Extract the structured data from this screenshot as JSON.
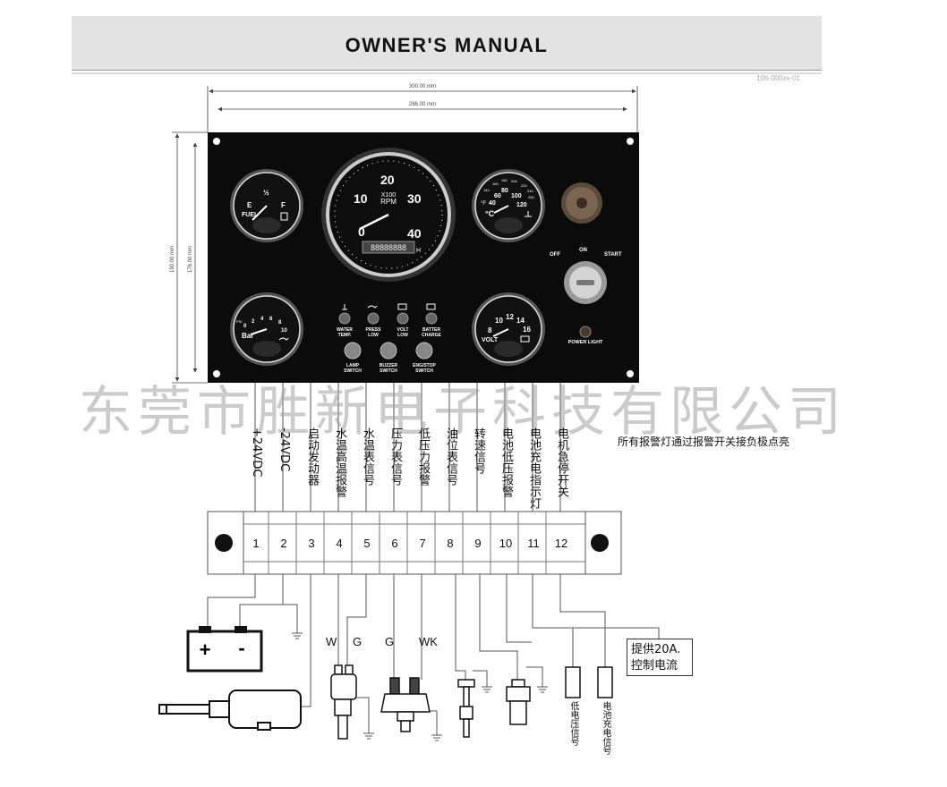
{
  "header": {
    "title": "OWNER'S  MANUAL",
    "code": "106-000xx-01"
  },
  "dimensions": {
    "width_outer": "300.00 mm",
    "width_inner": "286.00 mm",
    "height_outer": "190.00 mm",
    "height_inner": "176.00 mm"
  },
  "panel": {
    "fuel": {
      "e": "E",
      "half": "½",
      "f": "F",
      "label": "FUEL"
    },
    "rpm": {
      "t0": "0",
      "t10": "10",
      "t20": "20",
      "t30": "30",
      "t40": "40",
      "mult": "X100",
      "unit": "RPM",
      "counter": "88888888",
      "h": "H"
    },
    "temp": {
      "t40": "40",
      "t60": "60",
      "t80": "80",
      "t100": "100",
      "t120": "120",
      "t140": "140",
      "t160": "160",
      "t180": "180",
      "t200": "200",
      "t220": "220",
      "t240": "240",
      "t250": "250",
      "f": "°F",
      "c": "°C"
    },
    "oil": {
      "label": "Bar",
      "t0": "0",
      "t2": "2",
      "t4": "4",
      "t6": "6",
      "t8": "8",
      "t10": "10",
      "psi": "PSI"
    },
    "volt": {
      "t8": "8",
      "t10": "10",
      "t12": "12",
      "t14": "14",
      "t16": "16",
      "label": "VOLT"
    },
    "lamps": [
      "WATER TEMP.",
      "PRESS LOW",
      "VOLT LOW",
      "BATTER CHARGE"
    ],
    "switches": [
      "LAMP SWITCH",
      "BUZZER SWITCH",
      "ENG/STOP SWITCH"
    ],
    "key": {
      "off": "OFF",
      "on": "ON",
      "start": "START"
    },
    "power": "POWER LIGHT"
  },
  "watermark": "东莞市胜新电子科技有限公司",
  "note": "所有报警灯通过报警开关接负极点亮",
  "terminals": [
    {
      "num": "1",
      "label": "+24VDC"
    },
    {
      "num": "2",
      "label": "-24VDC"
    },
    {
      "num": "3",
      "label": "启动发动器"
    },
    {
      "num": "4",
      "label": "水温高温报警"
    },
    {
      "num": "5",
      "label": "水温表信号"
    },
    {
      "num": "6",
      "label": "压力表信号"
    },
    {
      "num": "7",
      "label": "低压力报警"
    },
    {
      "num": "8",
      "label": "油位表信号"
    },
    {
      "num": "9",
      "label": "转速信号"
    },
    {
      "num": "10",
      "label": "电池低压报警"
    },
    {
      "num": "11",
      "label": "电池充电指示灯"
    },
    {
      "num": "12",
      "label": "电机急停开关"
    }
  ],
  "wires": {
    "w1": "W",
    "g1": "G",
    "g2": "G",
    "wk": "WK"
  },
  "battery": {
    "plus": "+",
    "minus": "-"
  },
  "supply": {
    "line1": "提供20A.",
    "line2": "控制电流"
  },
  "signals": {
    "low_volt": "低电压信号",
    "charge": "电池充电信号"
  }
}
